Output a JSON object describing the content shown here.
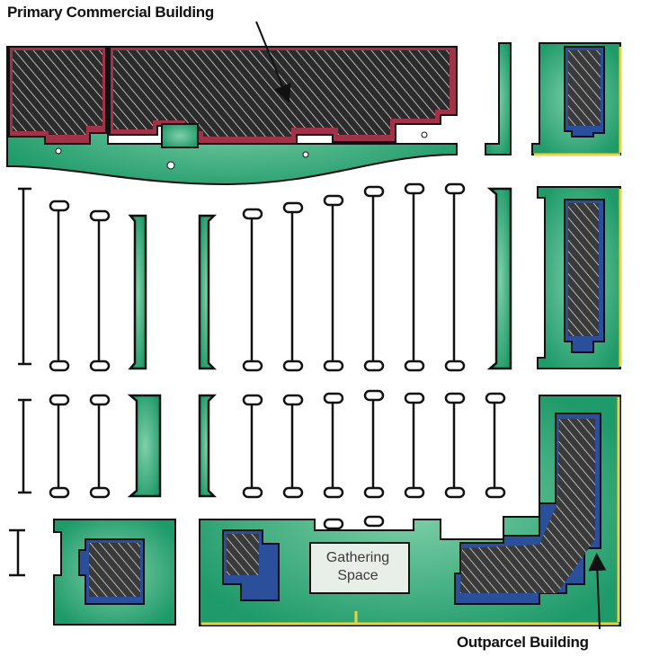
{
  "labels": {
    "primary_building": "Primary Commercial Building",
    "gathering_space_line1": "Gathering",
    "gathering_space_line2": "Space",
    "outparcel_building": "Outparcel Building"
  },
  "colors": {
    "green_space": "#1f9a6a",
    "green_light": "#7fd0a8",
    "primary_building_hatch": "#3a3a3a",
    "primary_building_edge": "#a0334a",
    "outparcel_building_fill": "#2b4f9a",
    "curb_accent": "#e8d43a",
    "outline": "#111111"
  }
}
